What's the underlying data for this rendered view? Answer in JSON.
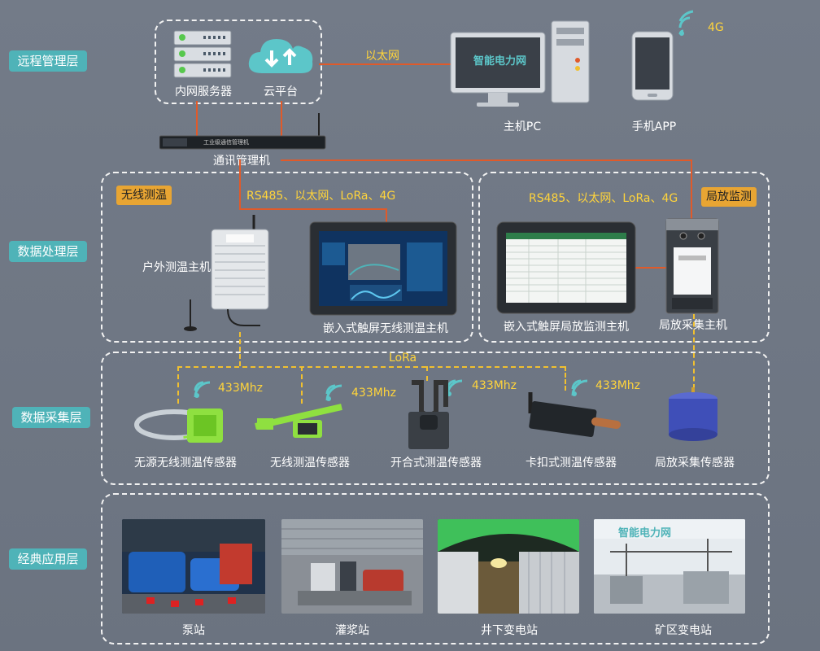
{
  "layers": {
    "remote": "远程管理层",
    "processing": "数据处理层",
    "collection": "数据采集层",
    "application": "经典应用层"
  },
  "remote": {
    "server_label": "内网服务器",
    "cloud_label": "云平台",
    "ethernet_label": "以太网",
    "pc_label": "主机PC",
    "phone_label": "手机APP",
    "signal_4g": "4G",
    "comm_label": "通讯管理机",
    "comm_device_text": "工业级通信管理机",
    "brand_text": "智能电力网"
  },
  "processing": {
    "wireless_tag": "无线测温",
    "pd_tag": "局放监测",
    "bus_left": "RS485、以太网、LoRa、4G",
    "bus_right": "RS485、以太网、LoRa、4G",
    "outdoor_host": "户外测温主机",
    "touch_temp_host": "嵌入式触屏无线测温主机",
    "touch_pd_host": "嵌入式触屏局放监测主机",
    "pd_collector": "局放采集主机"
  },
  "collection": {
    "lora_label": "LoRa",
    "freq1": "433Mhz",
    "freq2": "433Mhz",
    "freq3": "433Mhz",
    "freq4": "433Mhz",
    "s1": "无源无线测温传感器",
    "s2": "无线测温传感器",
    "s3": "开合式测温传感器",
    "s4": "卡扣式测温传感器",
    "s5": "局放采集传感器"
  },
  "application": {
    "a1": "泵站",
    "a2": "灌浆站",
    "a3": "井下变电站",
    "a4": "矿区变电站"
  },
  "colors": {
    "layer_tag": "#4fb3b8",
    "orange_tag": "#e8a533",
    "link_red": "#e05a2a",
    "lora_yellow": "#f0c030",
    "text_yellow": "#ffd43b"
  }
}
